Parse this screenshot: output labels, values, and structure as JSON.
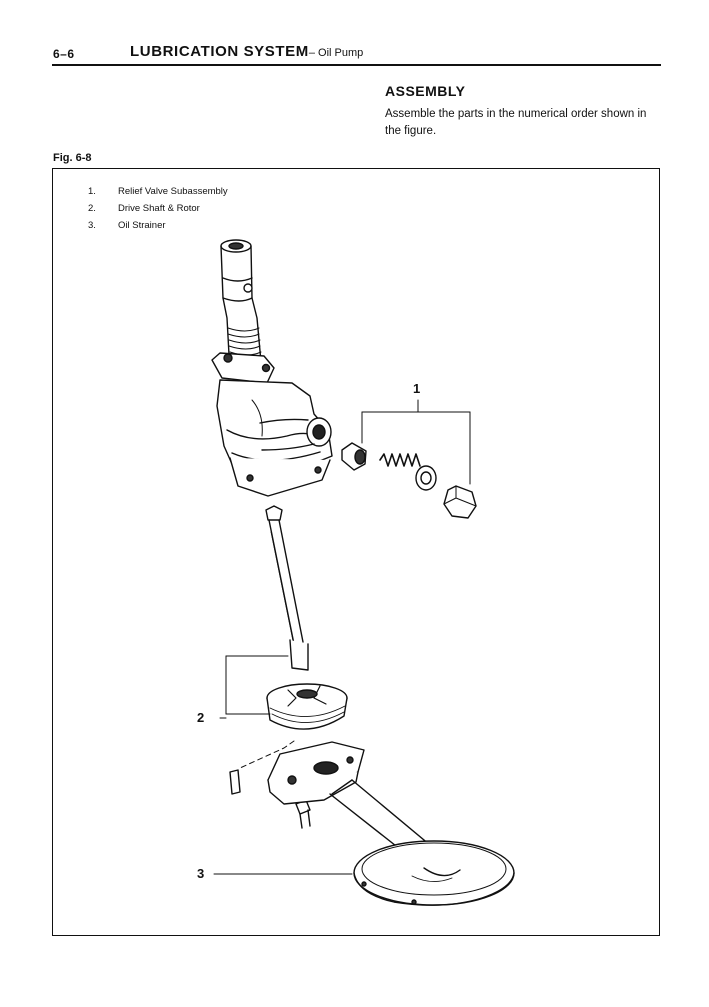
{
  "header": {
    "page_number": "6–6",
    "title": "LUBRICATION SYSTEM",
    "subtitle": "– Oil Pump"
  },
  "section": {
    "heading": "ASSEMBLY",
    "body": "Assemble the parts in the numerical order shown in the figure."
  },
  "figure": {
    "label": "Fig. 6-8",
    "legend": [
      {
        "num": "1.",
        "text": "Relief Valve Subassembly"
      },
      {
        "num": "2.",
        "text": "Drive Shaft & Rotor"
      },
      {
        "num": "3.",
        "text": "Oil Strainer"
      }
    ],
    "callouts": [
      "1",
      "2",
      "3"
    ]
  },
  "colors": {
    "ink": "#111111",
    "paper": "#ffffff",
    "shade": "#555555"
  }
}
